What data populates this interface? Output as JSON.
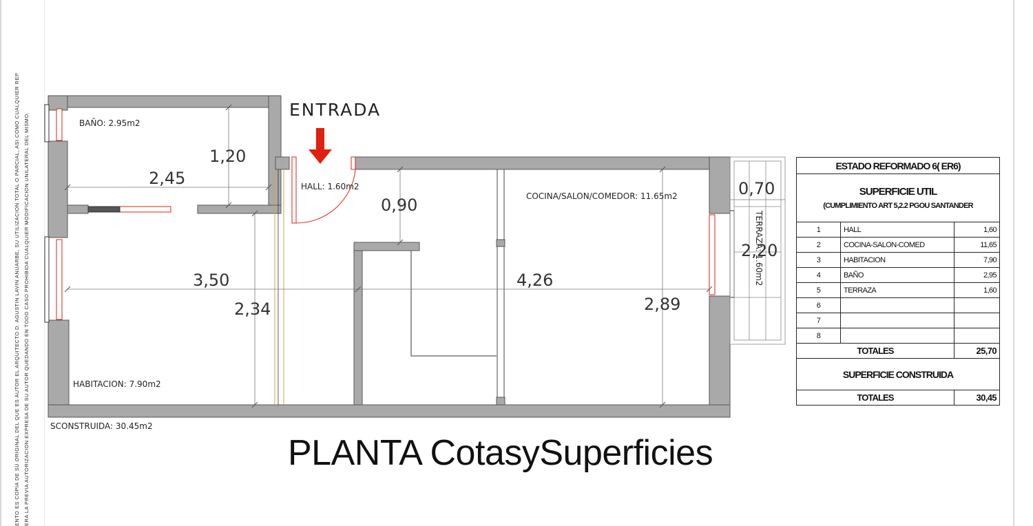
{
  "disclaimer": {
    "line1": "ENTO ES COPIA DE SU ORIGINAL DEL QUE ES AUTOR EL ARQUITECTO D. AGUSTIN LAVIN ANUARBE, SU UTILIZACION TOTAL O PARCIAL, ASI COMO CUALQUIER REP",
    "line2": "ERA LA PREVIA AUTORIZACION EXPRESA DE SU AUTOR QUEDANDO EN TODO CASO PROHIBIDA CUALQUIER MODIFICACION UNILATERAL DEL MISMO.",
    "line3": ""
  },
  "plan": {
    "entrance_label": "ENTRADA",
    "rooms": {
      "bano": "BAÑO: 2.95m2",
      "hall": "HALL: 1.60m2",
      "cocina": "COCINA/SALON/COMEDOR: 11.65m2",
      "habitacion": "HABITACION: 7.90m2",
      "terraza": "TERRAZA: 1.60m2"
    },
    "dimensions": {
      "d_120": "1,20",
      "d_245": "2,45",
      "d_090": "0,90",
      "d_070": "0,70",
      "d_220": "2,20",
      "d_350": "3,50",
      "d_426": "4,26",
      "d_234": "2,34",
      "d_289": "2,89"
    },
    "built_area_label": "SCONSTRUIDA: 30.45m2",
    "title": "PLANTA CotasySuperficies",
    "accent_color": "#e02010",
    "wall_color": "#a9a9a9"
  },
  "table": {
    "title": "ESTADO REFORMADO 6( ER6)",
    "useful_title": "SUPERFICIE UTIL",
    "useful_subtitle": "(CUMPLIMIENTO ART 5,2.2 PGOU SANTANDER",
    "rows": [
      {
        "num": "1",
        "name": "HALL",
        "value": "1,60"
      },
      {
        "num": "2",
        "name": "COCINA-SALON-COMED",
        "value": "11,65"
      },
      {
        "num": "3",
        "name": "HABITACION",
        "value": "7,90"
      },
      {
        "num": "4",
        "name": "BAÑO",
        "value": "2,95"
      },
      {
        "num": "5",
        "name": "TERRAZA",
        "value": "1,60"
      },
      {
        "num": "6",
        "name": "",
        "value": ""
      },
      {
        "num": "7",
        "name": "",
        "value": ""
      },
      {
        "num": "8",
        "name": "",
        "value": ""
      }
    ],
    "totals_label": "TOTALES",
    "totals_useful": "25,70",
    "built_title": "SUPERFICIE CONSTRUIDA",
    "totals_built_label": "TOTALES",
    "totals_built": "30,45"
  }
}
